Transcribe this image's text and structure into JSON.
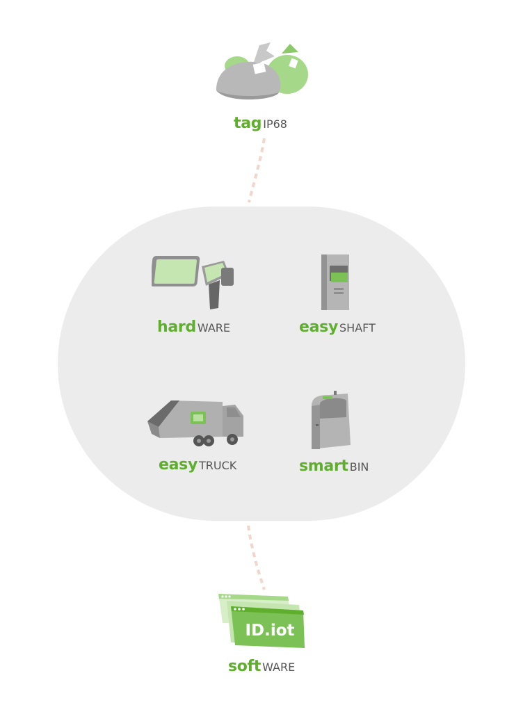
{
  "colors": {
    "brand_green": "#5fae2e",
    "light_green": "#a6d88a",
    "grey_text": "#555555",
    "panel_bg": "#ececed",
    "connector": "#f0d6cc"
  },
  "nodes": {
    "tag": {
      "brand": "tag",
      "suffix": "IP68",
      "icon": "waste-bags-icon"
    },
    "hardware": {
      "brand": "hard",
      "suffix": "WARE",
      "icon": "tablet-scanner-icon"
    },
    "easyshaft": {
      "brand": "easy",
      "suffix": "SHAFT",
      "icon": "waste-shaft-icon"
    },
    "easytruck": {
      "brand": "easy",
      "suffix": "TRUCK",
      "icon": "garbage-truck-icon"
    },
    "smartbin": {
      "brand": "smart",
      "suffix": "BIN",
      "icon": "smart-bin-icon"
    },
    "software": {
      "brand": "soft",
      "suffix": "WARE",
      "icon": "browser-windows-icon",
      "logo_text": "ID.iot"
    }
  }
}
